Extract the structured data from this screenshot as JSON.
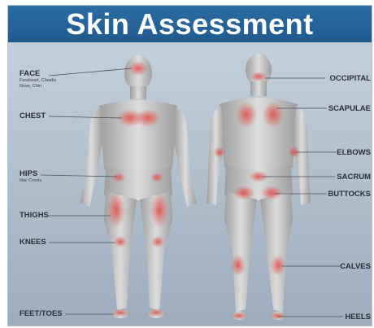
{
  "title": "Skin Assessment",
  "colors": {
    "title_bar": "#2463a0",
    "background": "#b7c4d0",
    "body": "#c9c9c9",
    "pressure_area": "#d9534f",
    "leader_line": "#4a4f57"
  },
  "labels": {
    "face": {
      "text": "FACE",
      "sub1": "Forehead, Cheeks",
      "sub2": "Nose, Chin"
    },
    "chest": {
      "text": "CHEST"
    },
    "hips": {
      "text": "HIPS",
      "sub1": "Iliac Crests"
    },
    "thighs": {
      "text": "THIGHS"
    },
    "knees": {
      "text": "KNEES"
    },
    "feet": {
      "text": "FEET/TOES"
    },
    "occipital": {
      "text": "OCCIPITAL"
    },
    "scapulae": {
      "text": "SCAPULAE"
    },
    "elbows": {
      "text": "ELBOWS"
    },
    "sacrum": {
      "text": "SACRUM"
    },
    "buttocks": {
      "text": "BUTTOCKS"
    },
    "calves": {
      "text": "CALVES"
    },
    "heels": {
      "text": "HEELS"
    }
  }
}
